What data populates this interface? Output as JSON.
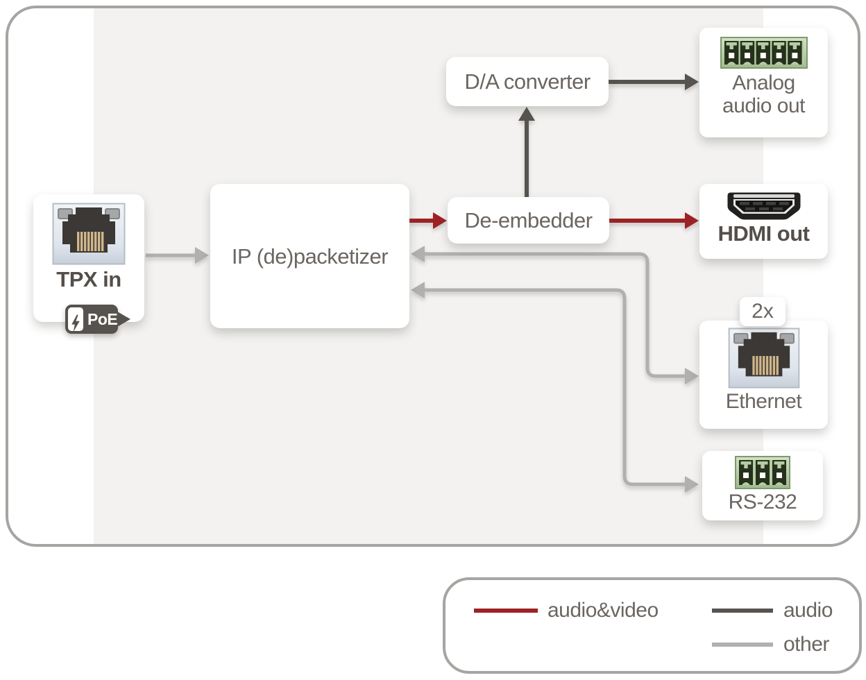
{
  "diagram": {
    "device": {
      "input": {
        "label": "TPX in",
        "poe_badge": "PoE",
        "icon": "rj45-icon"
      },
      "blocks": {
        "ip": {
          "label": "IP (de)packetizer"
        },
        "deembedder": {
          "label": "De-embedder"
        },
        "dac": {
          "label": "D/A converter"
        }
      },
      "outputs": {
        "analog": {
          "label": "Analog audio out",
          "line1": "Analog",
          "line2": "audio out",
          "icon": "terminal-5pin-icon"
        },
        "hdmi": {
          "label": "HDMI out",
          "icon": "hdmi-icon"
        },
        "ethernet": {
          "label": "Ethernet",
          "count_badge": "2x",
          "icon": "rj45-icon"
        },
        "rs232": {
          "label": "RS-232",
          "icon": "terminal-3pin-icon"
        }
      }
    },
    "edges": [
      {
        "from": "tpx-in",
        "to": "ip-depacketizer",
        "type": "other"
      },
      {
        "from": "ip-depacketizer",
        "to": "de-embedder",
        "type": "audio&video"
      },
      {
        "from": "de-embedder",
        "to": "da-converter",
        "type": "audio"
      },
      {
        "from": "da-converter",
        "to": "analog-audio-out",
        "type": "audio"
      },
      {
        "from": "de-embedder",
        "to": "hdmi-out",
        "type": "audio&video"
      },
      {
        "from": "ip-depacketizer",
        "to": "ethernet",
        "type": "other",
        "bidirectional": true
      },
      {
        "from": "ip-depacketizer",
        "to": "rs232",
        "type": "other",
        "bidirectional": true
      }
    ],
    "legend": {
      "items": [
        {
          "label": "audio&video",
          "color": "#9e2124"
        },
        {
          "label": "audio",
          "color": "#57534e"
        },
        {
          "label": "other",
          "color": "#b2b0ae"
        }
      ]
    }
  }
}
